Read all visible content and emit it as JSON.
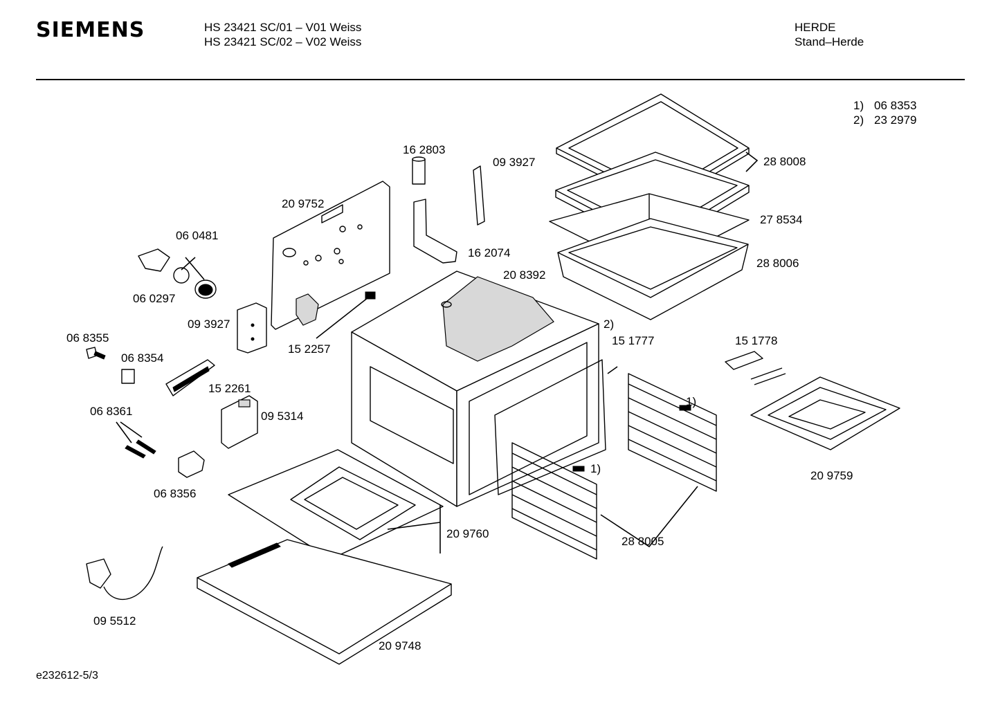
{
  "header": {
    "brand": "SIEMENS",
    "models": [
      "HS 23421 SC/01 – V01 Weiss",
      "HS 23421 SC/02 – V02 Weiss"
    ],
    "category": [
      "HERDE",
      "Stand–Herde"
    ]
  },
  "footnotes": [
    {
      "key": "1)",
      "value": "06 8353"
    },
    {
      "key": "2)",
      "value": "23 2979"
    }
  ],
  "parts": {
    "p162803": "16 2803",
    "p093927a": "09 3927",
    "p288008": "28 8008",
    "p209752": "20 9752",
    "p278534": "27 8534",
    "p060481": "06 0481",
    "p162074": "16 2074",
    "p288006": "28 8006",
    "p208392": "20 8392",
    "p060297": "06 0297",
    "p093927b": "09 3927",
    "m2": "2)",
    "p068355": "06 8355",
    "p152257": "15 2257",
    "p151777": "15 1777",
    "p151778": "15 1778",
    "p068354": "06 8354",
    "m1a": "1)",
    "p152261": "15 2261",
    "p068361": "06 8361",
    "p095314": "09 5314",
    "m1b": "1)",
    "p209759": "20 9759",
    "p068356": "06 8356",
    "p209760": "20 9760",
    "p288005": "28 8005",
    "p095512": "09 5512",
    "p209748": "20 9748"
  },
  "footer": "e232612-5/3"
}
